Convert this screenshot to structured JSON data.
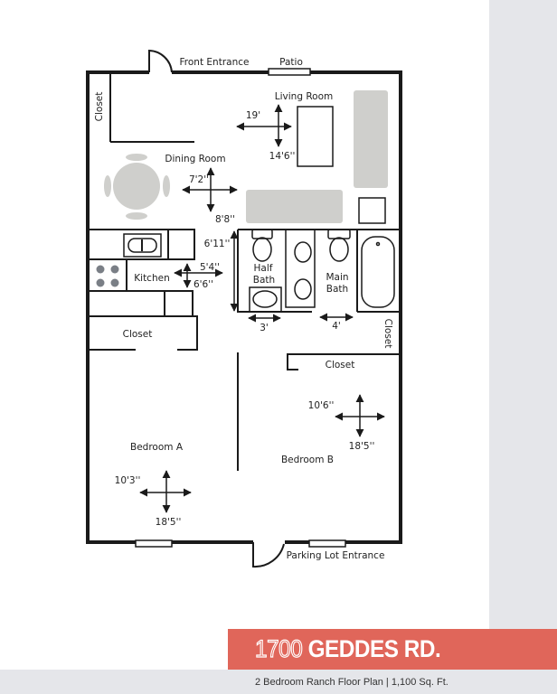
{
  "header": {
    "title_number": "1700",
    "title_street": "GEDDES RD.",
    "subtitle": "2 Bedroom Ranch Floor Plan | 1,100 Sq. Ft."
  },
  "colors": {
    "banner": "#e0665a",
    "side_panel": "#e5e6ea",
    "furniture": "#cfcfcc"
  },
  "plan": {
    "front_entrance": "Front Entrance",
    "patio": "Patio",
    "parking_entrance": "Parking Lot Entrance",
    "rooms": {
      "closet_entry": "Closet",
      "living_room": {
        "label": "Living Room",
        "width": "19'",
        "length": "14'6''"
      },
      "dining_room": {
        "label": "Dining Room",
        "width": "7'2''",
        "length": "8'8''"
      },
      "kitchen": {
        "label": "Kitchen",
        "width": "5'4''",
        "length": "6'6''"
      },
      "closet_kitchen": "Closet",
      "half_bath": {
        "label_1": "Half",
        "label_2": "Bath",
        "width": "3'",
        "length": "6'11''"
      },
      "main_bath": {
        "label_1": "Main",
        "label_2": "Bath",
        "width": "4'"
      },
      "closet_hall": "Closet",
      "closet_bedroom_b": "Closet",
      "bedroom_a": {
        "label": "Bedroom A",
        "width": "10'3''",
        "length": "18'5''"
      },
      "bedroom_b": {
        "label": "Bedroom B",
        "width": "10'6''",
        "length": "18'5''"
      }
    }
  }
}
